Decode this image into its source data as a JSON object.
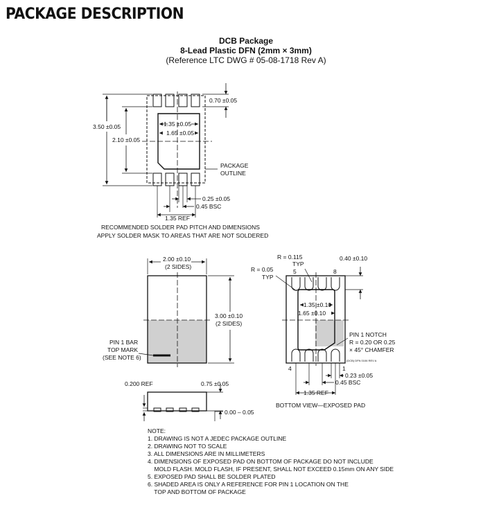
{
  "heading": "PACKAGE DESCRIPTION",
  "package": {
    "name": "DCB Package",
    "type": "8-Lead Plastic DFN (2mm × 3mm)",
    "reference": "(Reference LTC DWG # 05-08-1718 Rev A)"
  },
  "solder_pad": {
    "dim_pad_len": "0.70 ±0.05",
    "dim_outer_h": "3.50 ±0.05",
    "dim_inner_h": "2.10 ±0.05",
    "dim_pad_w1": "1.35 ±0.05",
    "dim_pad_w2": "1.65 ±0.05",
    "outline_label_1": "PACKAGE",
    "outline_label_2": "OUTLINE",
    "dim_lead_w": "0.25 ±0.05",
    "dim_pitch": "0.45 BSC",
    "dim_ref": "1.35 REF",
    "caption_1": "RECOMMENDED SOLDER PAD PITCH AND DIMENSIONS",
    "caption_2": "APPLY SOLDER MASK TO AREAS THAT ARE NOT SOLDERED"
  },
  "top_view": {
    "dim_width": "2.00 ±0.10",
    "dim_width_note": "(2 SIDES)",
    "dim_height": "3.00 ±0.10",
    "dim_height_note": "(2 SIDES)",
    "pin1_1": "PIN 1 BAR",
    "pin1_2": "TOP MARK",
    "pin1_3": "(SEE NOTE 6)"
  },
  "side_view": {
    "dim_ref": "0.200 REF",
    "dim_thickness": "0.75 ±0.05",
    "dim_standoff": "0.00 – 0.05"
  },
  "bottom_view": {
    "r1_1": "R = 0.115",
    "r1_2": "TYP",
    "r2_1": "R = 0.05",
    "r2_2": "TYP",
    "pin5": "5",
    "pin8": "8",
    "pin4": "4",
    "pin1": "1",
    "dim_lead_len": "0.40 ±0.10",
    "dim_pad_w1": "1.35 ±0.10",
    "dim_pad_w2": "1.65 ±0.10",
    "notch_1": "PIN 1 NOTCH",
    "notch_2": "R = 0.20 OR 0.25",
    "notch_3": "× 45° CHAMFER",
    "drawing_code": "(DCB) DFN 0106 REV A",
    "dim_lead_w": "0.23 ±0.05",
    "dim_pitch": "0.45 BSC",
    "dim_ref": "1.35 REF",
    "caption": "BOTTOM VIEW—EXPOSED PAD"
  },
  "notes": [
    "NOTE:",
    "1. DRAWING IS NOT A JEDEC PACKAGE OUTLINE",
    "2. DRAWING NOT TO SCALE",
    "3. ALL DIMENSIONS ARE IN MILLIMETERS",
    "4. DIMENSIONS OF EXPOSED PAD ON BOTTOM OF PACKAGE DO NOT INCLUDE",
    "    MOLD FLASH. MOLD FLASH, IF PRESENT, SHALL NOT EXCEED 0.15mm ON ANY SIDE",
    "5. EXPOSED PAD SHALL BE SOLDER PLATED",
    "6. SHADED AREA IS ONLY A REFERENCE FOR PIN 1 LOCATION ON THE",
    "    TOP AND BOTTOM OF PACKAGE"
  ]
}
